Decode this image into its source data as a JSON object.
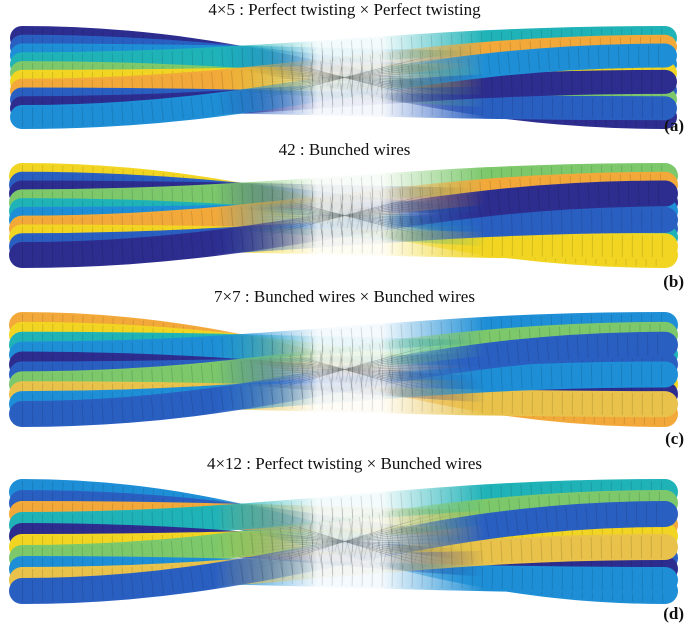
{
  "panels": [
    {
      "title": "4×5 : Perfect twisting × Perfect twisting",
      "label": "(a)"
    },
    {
      "title": "42 : Bunched wires",
      "label": "(b)"
    },
    {
      "title": "7×7 : Bunched wires × Bunched wires",
      "label": "(c)"
    },
    {
      "title": "4×12 : Perfect twisting × Bunched wires",
      "label": "(d)"
    }
  ],
  "palette": [
    "#2c2d8f",
    "#2a5fc2",
    "#1e8fd6",
    "#1fb3b8",
    "#7cc86b",
    "#f1d522",
    "#f2a93a",
    "#e8c24a"
  ]
}
